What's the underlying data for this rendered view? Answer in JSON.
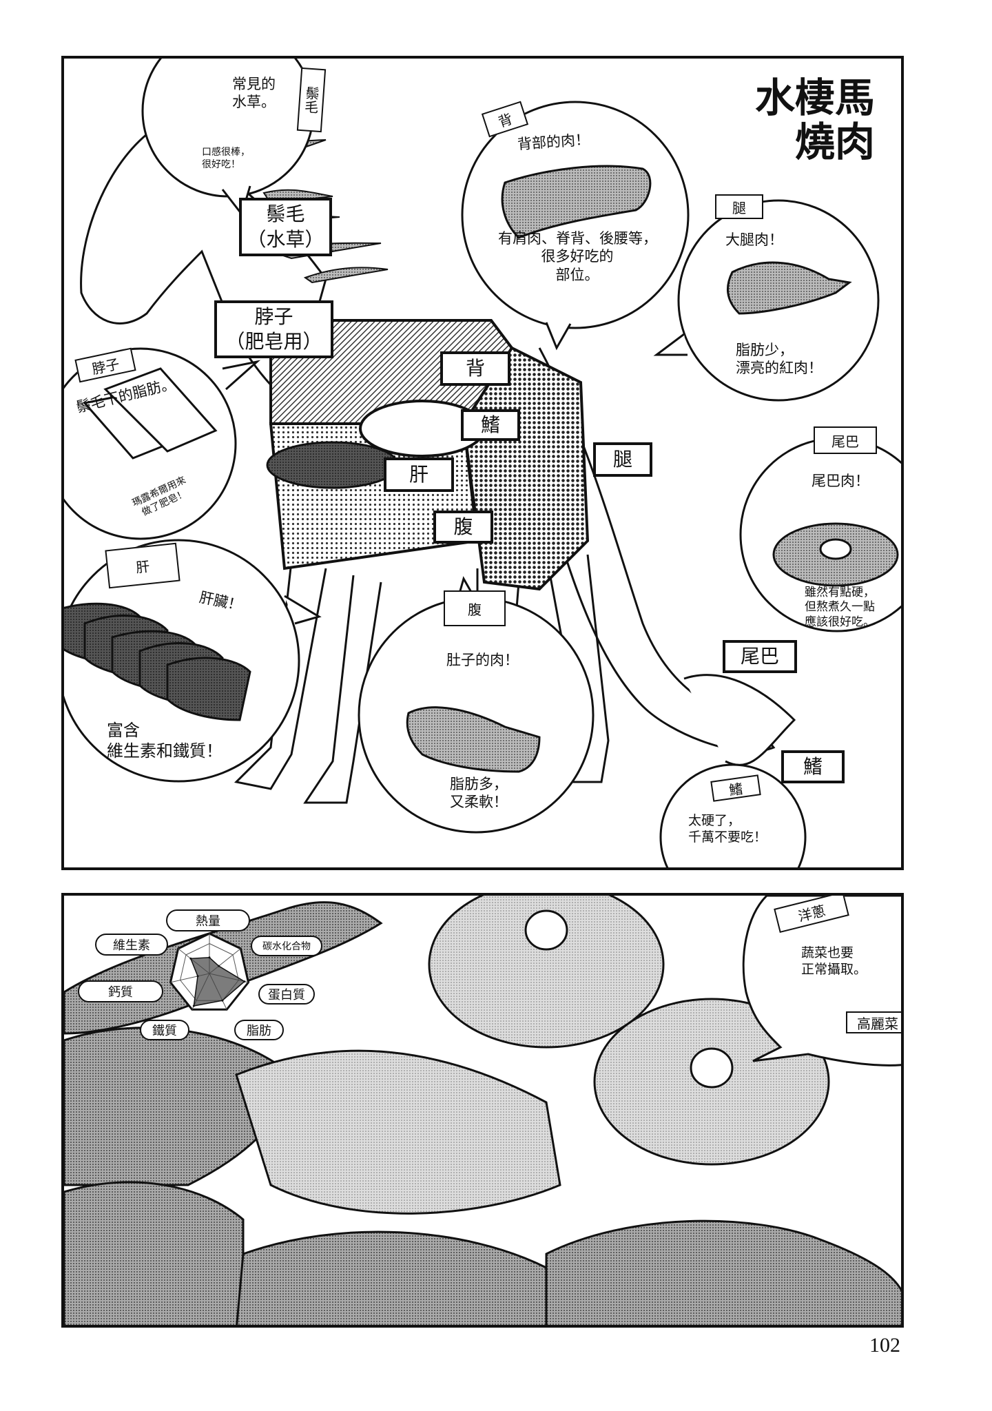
{
  "title": {
    "line1": "水棲馬",
    "line2": "燒肉"
  },
  "diagram_labels": {
    "mane": {
      "line1": "鬃毛",
      "line2": "（水草）"
    },
    "neck": {
      "line1": "脖子",
      "line2": "（肥皂用）"
    },
    "back": "背",
    "fin": "鰭",
    "liver": "肝",
    "belly": "腹",
    "leg": "腿",
    "tail": "尾巴",
    "tail_fin": "鰭"
  },
  "bubbles": {
    "mane": {
      "tag": "鬃毛",
      "lines": [
        "常見的",
        "水草。"
      ],
      "note": [
        "口感很棒，",
        "很好吃！"
      ]
    },
    "back": {
      "tag": "背",
      "headline": "背部的肉！",
      "lines": [
        "有肩肉、脊背、後腰等，",
        "很多好吃的",
        "部位。"
      ]
    },
    "leg": {
      "tag": "腿",
      "headline": "大腿肉！",
      "lines": [
        "脂肪少，",
        "漂亮的紅肉！"
      ]
    },
    "neck": {
      "tag": "脖子",
      "headline": "鬃毛下的脂肪。",
      "note": [
        "瑪露希爾用來",
        "做了肥皂！"
      ]
    },
    "tail": {
      "tag": "尾巴",
      "headline": "尾巴肉！",
      "lines": [
        "雖然有點硬，",
        "但熬煮久一點",
        "應該很好吃。"
      ]
    },
    "liver": {
      "tag": "肝",
      "headline": "肝臟！",
      "lines": [
        "富含",
        "維生素和鐵質！"
      ]
    },
    "belly": {
      "tag": "腹",
      "headline": "肚子的肉！",
      "lines": [
        "脂肪多，",
        "又柔軟！"
      ]
    },
    "fin": {
      "tag": "鰭",
      "lines": [
        "太硬了，",
        "千萬不要吃！"
      ]
    }
  },
  "chart_data": {
    "type": "radar",
    "axes": [
      "熱量",
      "碳水化合物",
      "蛋白質",
      "脂肪",
      "鐵質",
      "鈣質",
      "維生素"
    ],
    "values": [
      0.4,
      0.3,
      0.9,
      0.75,
      0.9,
      0.3,
      0.6
    ],
    "range": [
      0,
      1
    ],
    "grid": true
  },
  "vegetables": {
    "onion_tag": "洋蔥",
    "lines": [
      "蔬菜也要",
      "正常攝取。"
    ],
    "cabbage_tag": "高麗菜"
  },
  "page_number": "102",
  "colors": {
    "ink": "#111111",
    "screentone": "#9a9a9a",
    "dark_tone": "#555555"
  }
}
